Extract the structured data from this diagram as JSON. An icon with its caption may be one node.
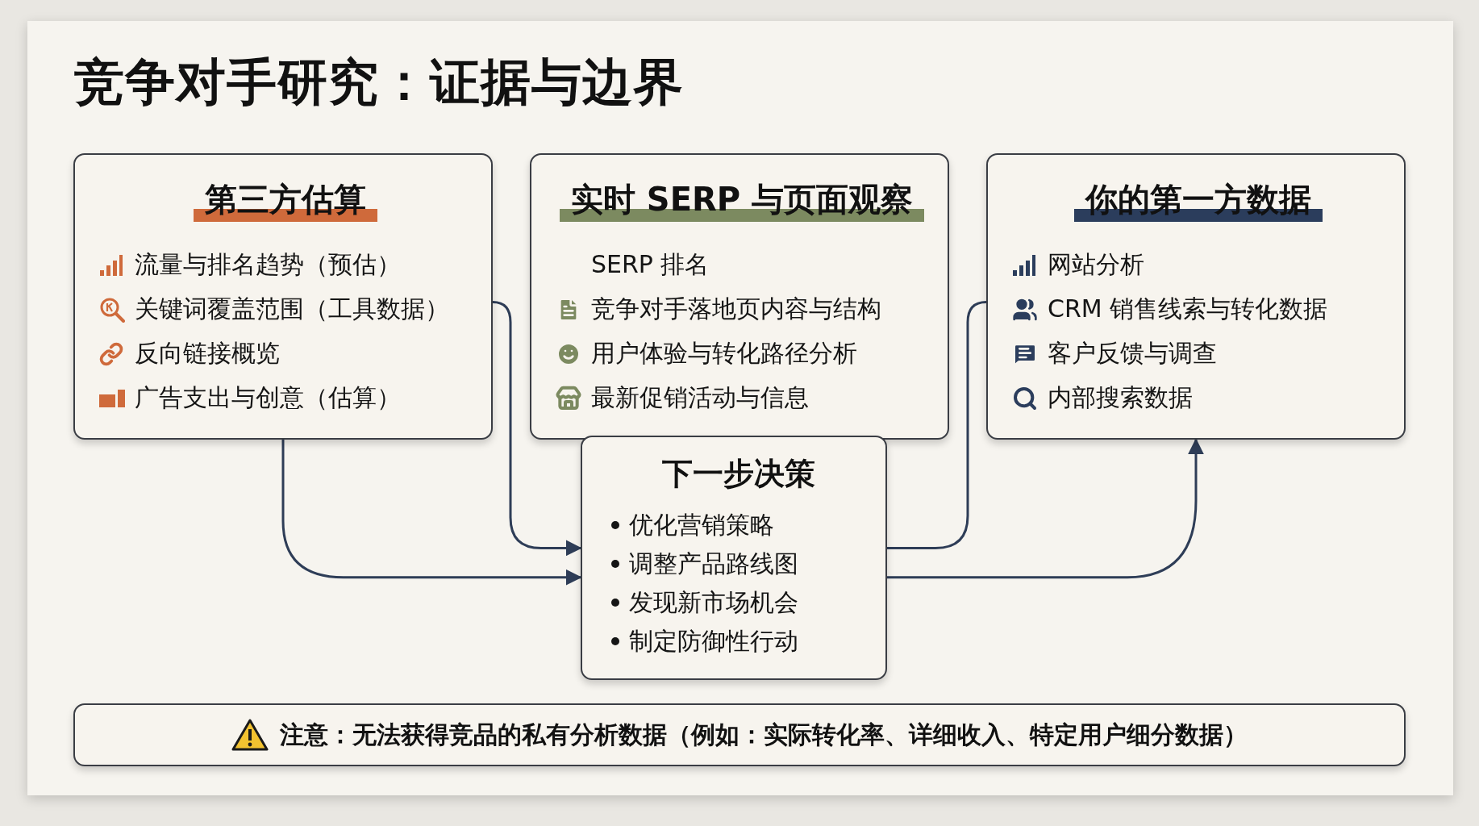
{
  "diagram": {
    "title": "竞争对手研究：证据与边界",
    "nodes": [
      {
        "text": [
          "第三方估算",
          "流量与排名趋势（预估）",
          "关键词覆盖范围（工具数据）",
          "反向链接概览",
          "广告支出与创意（估算）"
        ]
      },
      {
        "text": [
          "实时 SERP 与页面观察",
          "SERP 排名",
          "竞争对手落地页内容与结构",
          "用户体验与转化路径分析",
          "最新促销活动与信息"
        ]
      },
      {
        "text": [
          "你的第一方数据",
          "网站分析",
          "CRM 销售线索与转化数据",
          "客户反馈与调查",
          "内部搜索数据"
        ]
      },
      {
        "text": [
          "下一步决策",
          "优化营销策略",
          "调整产品路线图",
          "发现新市场机会",
          "制定防御性行动"
        ]
      },
      {
        "text": [
          "注意：无法获得竞品的私有分析数据（例如：实际转化率、详细收入、特定用户细分数据）"
        ]
      }
    ],
    "edges": [
      {
        "from": 0,
        "to": 3,
        "arrow": "to"
      },
      {
        "from": 0,
        "to": 3,
        "arrow": "to"
      },
      {
        "from": 3,
        "to": 2,
        "arrow": "none"
      },
      {
        "from": 3,
        "to": 2,
        "arrow": "to"
      }
    ]
  }
}
